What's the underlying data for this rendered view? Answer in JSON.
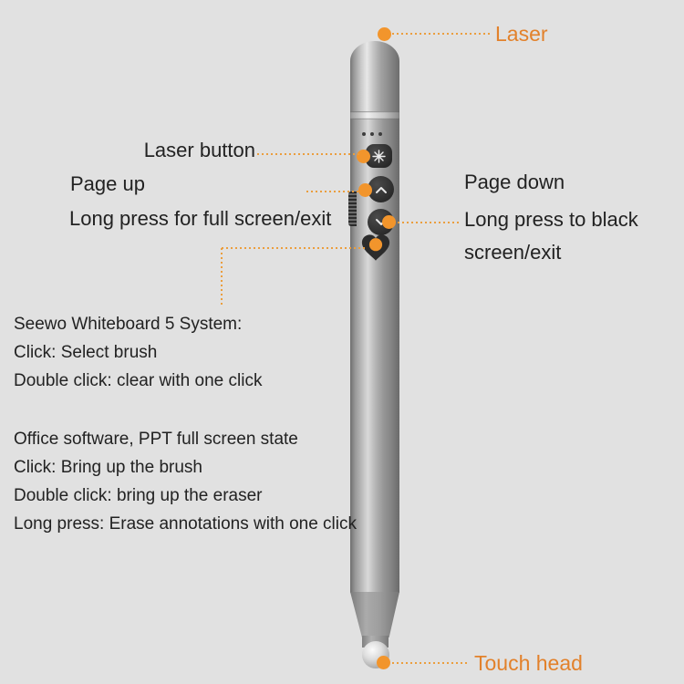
{
  "colors": {
    "background": "#e1e1e1",
    "accent_orange_dot": "#f2952c",
    "accent_orange_text": "#e2812b",
    "leader_line_orange": "#eb9e3e",
    "pen_button_dark": "#2c2c2c"
  },
  "annotations": {
    "laser": {
      "label": "Laser"
    },
    "laser_button": {
      "label": "Laser button"
    },
    "page_up": {
      "label": "Page up",
      "long_press": "Long press for full screen/exit"
    },
    "page_down": {
      "label": "Page down",
      "long_press_line1": "Long press to black",
      "long_press_line2": "screen/exit"
    },
    "touch_head": {
      "label": "Touch head"
    }
  },
  "notes": {
    "whiteboard": {
      "lines": [
        "Seewo Whiteboard 5 System:",
        "Click: Select brush",
        "Double click: clear with one click"
      ]
    },
    "office": {
      "lines": [
        "Office software, PPT full screen state",
        "Click: Bring up the brush",
        "Double click: bring up the eraser",
        "Long press: Erase annotations with one click"
      ]
    }
  }
}
